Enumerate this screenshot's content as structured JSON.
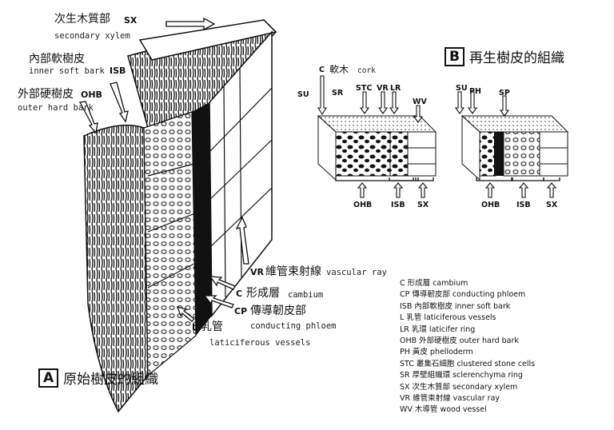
{
  "panel_a": {
    "letter": "A",
    "title": "原始樹皮的組織",
    "labels": {
      "sx": {
        "zh": "次生木質部",
        "abbr": "SX",
        "en": "secondary xylem"
      },
      "isb": {
        "zh": "內部軟樹皮",
        "abbr": "ISB",
        "en": "inner soft bark"
      },
      "ohb": {
        "zh": "外部硬樹皮",
        "abbr": "OHB",
        "en": "outer hard bark"
      },
      "vr": {
        "abbr": "VR",
        "zh": "維管束射線",
        "en": "vascular ray"
      },
      "c": {
        "abbr": "C",
        "zh": "形成層",
        "en": "cambium"
      },
      "cp": {
        "abbr": "CP",
        "zh": "傳導韌皮部",
        "en": "conducting phloem"
      },
      "l": {
        "abbr": "L",
        "zh": "乳管",
        "en": "laticiferous vessels"
      }
    }
  },
  "panel_b": {
    "letter": "B",
    "title": "再生樹皮的組織",
    "cork": {
      "abbr": "C",
      "zh": "軟木",
      "en": "cork"
    },
    "left_block_top": [
      "SU",
      "SR",
      "STC",
      "VR",
      "LR",
      "WV"
    ],
    "right_block_top": [
      "SU",
      "PH",
      "SP"
    ],
    "bottom": [
      "OHB",
      "ISB",
      "SX"
    ]
  },
  "legend": [
    "C 形成層  cambium",
    "CP 傳導韌皮部  conducting phloem",
    "ISB 內部軟樹皮  inner soft bark",
    "L 乳管  laticiferous vessels",
    "LR 乳環  laticifer ring",
    "OHB 外部硬樹皮  outer hard bark",
    "PH 黃皮  phelloderm",
    "STC 叢集石細胞 clustered stone cells",
    "SR 厚壁組織環  sclerenchyma ring",
    "SX 次生木質部  secondary xylem",
    "VR 維管束射線  vascular ray",
    "WV 木導管  wood vessel"
  ]
}
